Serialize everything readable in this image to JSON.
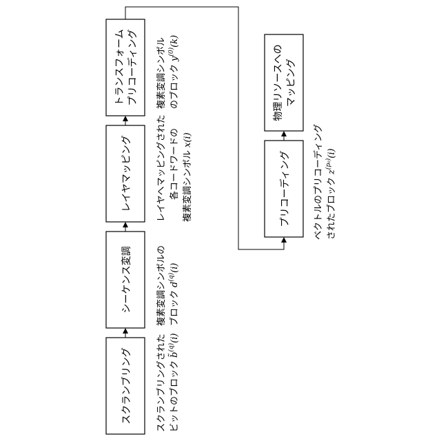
{
  "blocks": {
    "scrambling": "スクランブリング",
    "modulation": "シーケンス変調",
    "layer_mapping": "レイヤマッピング",
    "transform_precoding_1": "トランスフォーム",
    "transform_precoding_2": "プリコーディング",
    "precoding": "プリコーディング",
    "resource_mapping_1": "物理リソースへの",
    "resource_mapping_2": "マッピング"
  },
  "annotations": {
    "scrambled_bits_1": "スクランブリングされた",
    "scrambled_bits_2": "ビットのブロック",
    "scrambled_bits_sym": "b̃",
    "scrambled_bits_sup": "(q)",
    "scrambled_bits_arg": "(i)",
    "mod_symbols_1": "複素変調シンボルの",
    "mod_symbols_2": "ブロック",
    "mod_symbols_sym": "d",
    "mod_symbols_sup": "(q)",
    "mod_symbols_arg": "(i)",
    "layer_mapped_1": "レイヤへマッピングされた",
    "layer_mapped_2": "各コードワードの",
    "layer_mapped_3": "複素変調シンボル",
    "layer_mapped_sym": "x",
    "layer_mapped_arg": "(i)",
    "transform_out_1": "複素変調シンボル",
    "transform_out_2": "のブロック",
    "transform_out_sym": "y",
    "transform_out_sup": "(0)",
    "transform_out_arg": "(k)",
    "precoded_1": "ベクトルのプリコーディング",
    "precoded_2": "されたブロック",
    "precoded_sym": "z",
    "precoded_sup": "(p₀)",
    "precoded_arg": "(i)"
  }
}
